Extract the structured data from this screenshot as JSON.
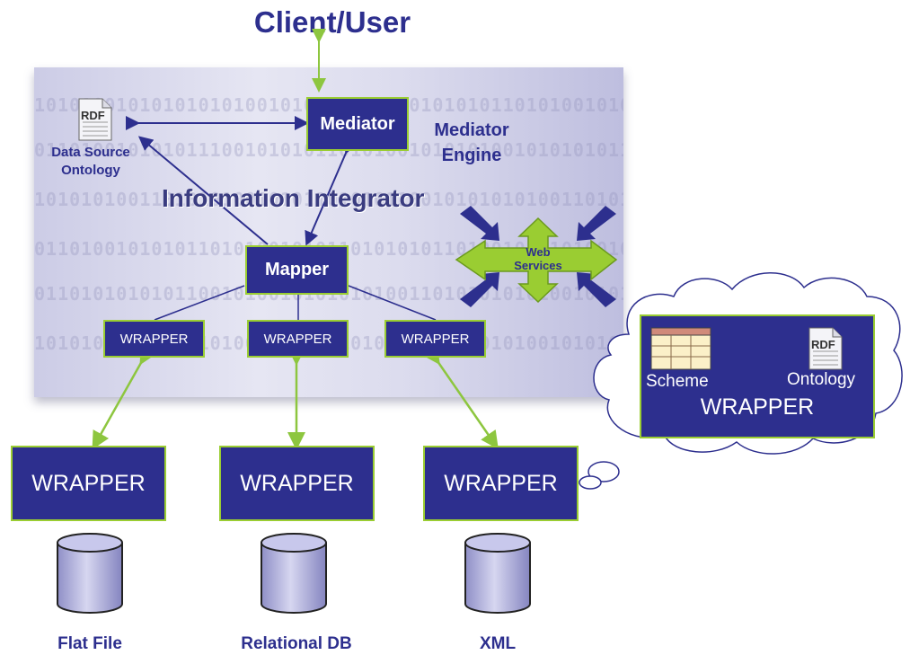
{
  "title": "Client/User",
  "panel": {
    "integrator_label": "Information Integrator",
    "engine_label": "Mediator Engine",
    "mediator": "Mediator",
    "mapper": "Mapper",
    "ontology_label": "Data Source Ontology",
    "rdf_icon_text": "RDF",
    "web_services": "Web Services",
    "inner_wrappers": [
      "WRAPPER",
      "WRAPPER",
      "WRAPPER"
    ],
    "binary_rows": [
      "10101001010101010100101010101001010101011010100101010101001010101001",
      "01101001010101110010101011010100101010100101010101101010100101010101",
      "10101010011010101001010110101011001010101010011010101010011010100101",
      "01101001010101101010010101101010101101001010101001010101010101010101",
      "01101010101011001010010101010100110101010101001010101010101010010101",
      "10101001010101101001010101101001010101010100101010101001101010100101"
    ]
  },
  "outer_wrappers": [
    "WRAPPER",
    "WRAPPER",
    "WRAPPER"
  ],
  "sources": [
    "Flat File",
    "Relational DB",
    "XML"
  ],
  "cloud": {
    "scheme": "Scheme",
    "ontology": "Ontology",
    "rdf": "RDF",
    "wrapper": "WRAPPER"
  },
  "colors": {
    "navy": "#2d2f8e",
    "green": "#9acd32",
    "arrow_green": "#8dc63f"
  }
}
